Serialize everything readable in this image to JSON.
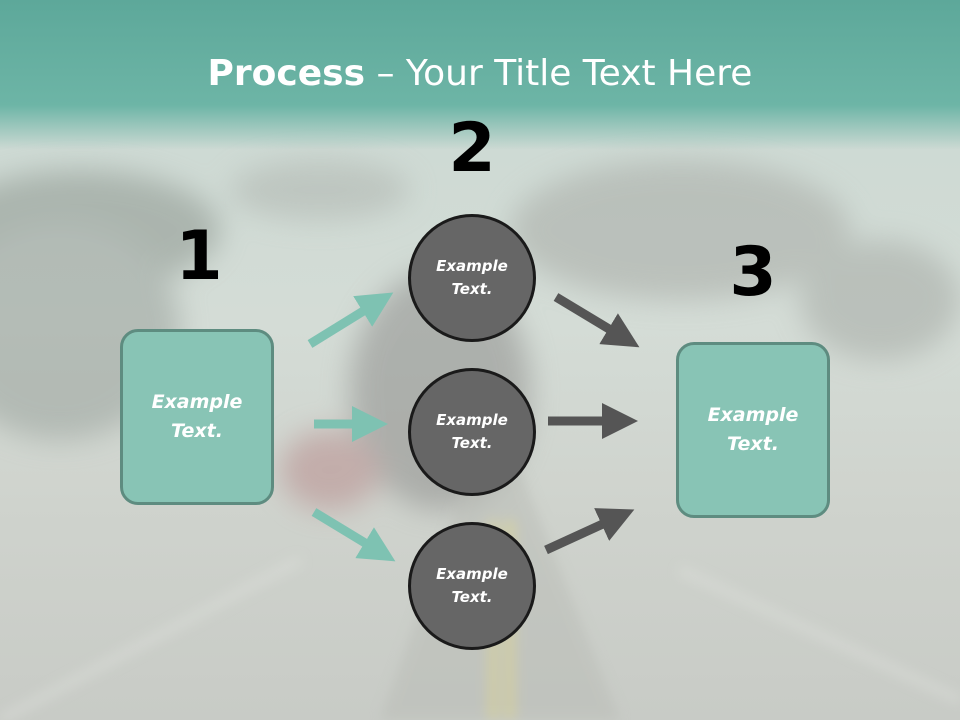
{
  "title": {
    "bold": "Process",
    "rest": " – Your Title Text Here"
  },
  "steps": {
    "one": "1",
    "two": "2",
    "three": "3"
  },
  "left_box": {
    "text": "Example\nText."
  },
  "right_box": {
    "text": "Example\nText."
  },
  "circles": [
    {
      "text": "Example\nText."
    },
    {
      "text": "Example\nText."
    },
    {
      "text": "Example\nText."
    }
  ],
  "colors": {
    "teal_box": "#88c4b5",
    "teal_border": "#5e8c80",
    "teal_arrow": "#7ec2b2",
    "dark_arrow": "#555555",
    "circle_fill": "#666666",
    "title_band": "#6db5a6"
  }
}
